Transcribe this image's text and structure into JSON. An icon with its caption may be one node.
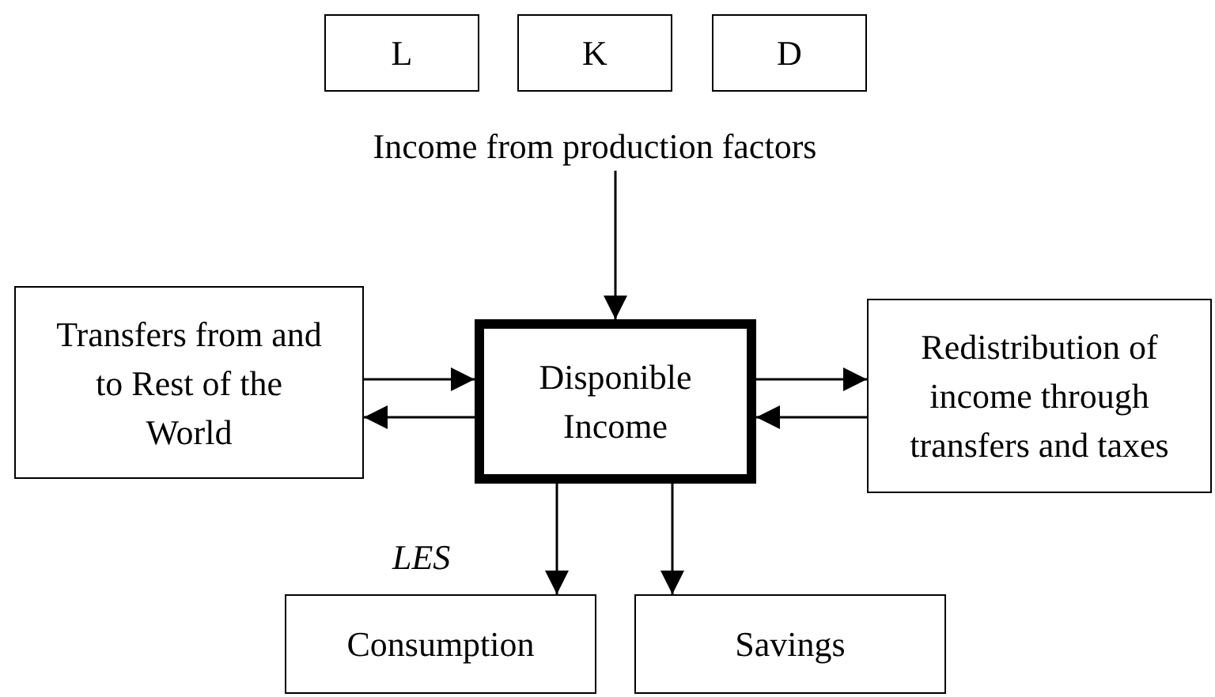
{
  "diagram": {
    "nodes": [
      {
        "text": [
          "L"
        ]
      },
      {
        "text": [
          "K"
        ]
      },
      {
        "text": [
          "D"
        ]
      },
      {
        "text": [
          "Income from production factors"
        ]
      },
      {
        "text": [
          "Transfers from and to Rest of the World"
        ]
      },
      {
        "text": [
          "Disponible Income"
        ]
      },
      {
        "text": [
          "Redistribution of income through transfers and taxes"
        ]
      },
      {
        "text": [
          "Consumption"
        ]
      },
      {
        "text": [
          "Savings"
        ]
      }
    ],
    "edges": [
      {
        "from": 3,
        "to": 5,
        "arrow": "to"
      },
      {
        "from": 4,
        "to": 5,
        "arrow": "to"
      },
      {
        "from": 5,
        "to": 4,
        "arrow": "to"
      },
      {
        "from": 5,
        "to": 6,
        "arrow": "to"
      },
      {
        "from": 6,
        "to": 5,
        "arrow": "to"
      },
      {
        "from": 5,
        "to": 7,
        "arrow": "to"
      },
      {
        "from": 5,
        "to": 8,
        "arrow": "to"
      }
    ],
    "labels": [
      "LES"
    ]
  }
}
